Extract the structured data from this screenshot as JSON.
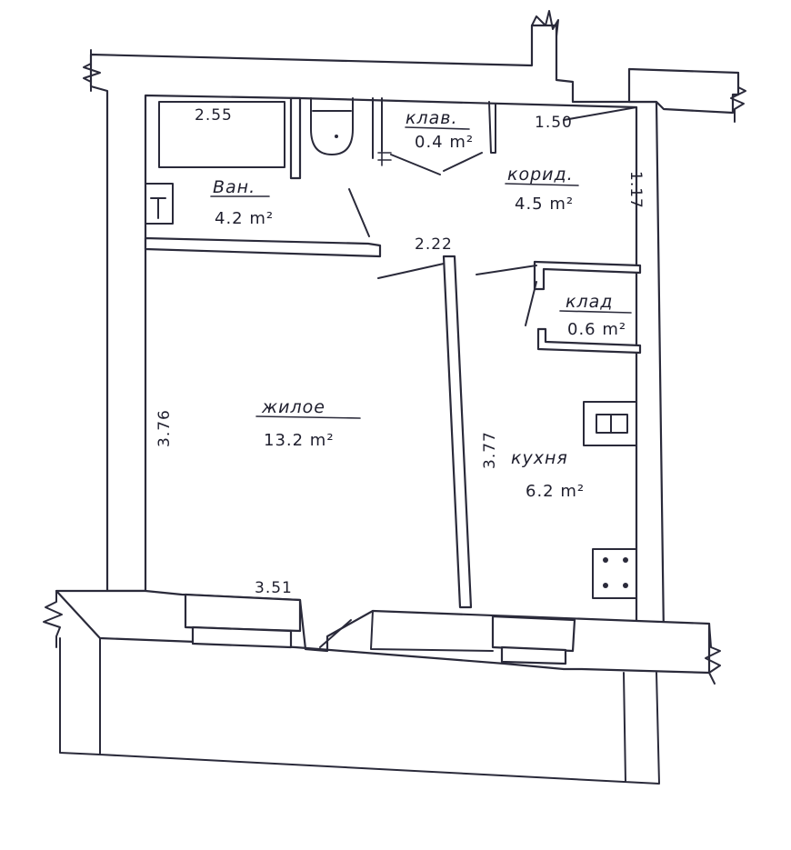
{
  "rooms": {
    "bathroom": {
      "name": "Ван.",
      "area": "4.2 m²"
    },
    "closet_small": {
      "name": "клав.",
      "area": "0.4 m²"
    },
    "corridor": {
      "name": "корид.",
      "area": "4.5 m²"
    },
    "storage": {
      "name": "клад",
      "area": "0.6 m²"
    },
    "living": {
      "name": "жилое",
      "area": "13.2 m²"
    },
    "kitchen": {
      "name": "кухня",
      "area": "6.2 m²"
    }
  },
  "dimensions": {
    "bath_width": "2.55",
    "corridor_width": "1.50",
    "corridor_depth": "1.17",
    "door_gap": "2.22",
    "living_height": "3.76",
    "kitchen_height": "3.77",
    "living_width": "3.51"
  }
}
